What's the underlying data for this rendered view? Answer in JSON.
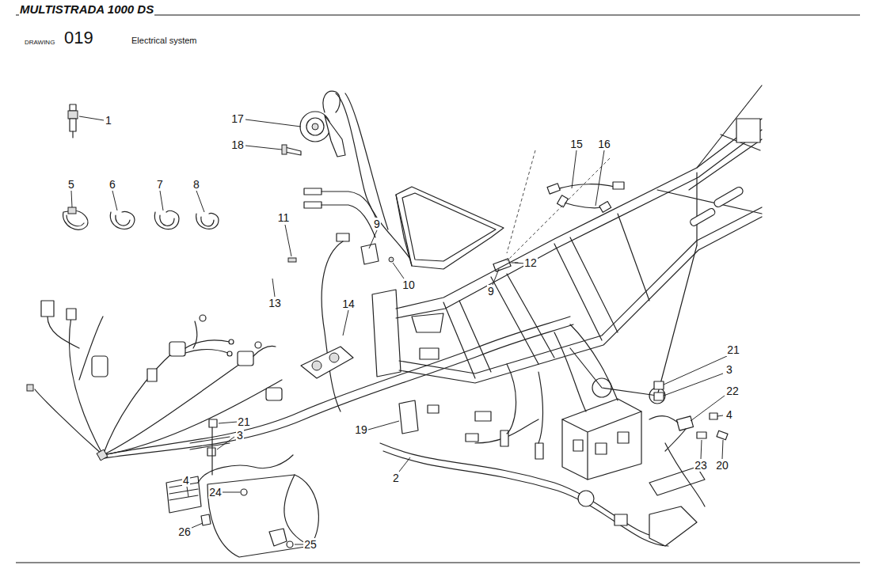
{
  "diagram": {
    "title": "MULTISTRADA 1000 DS",
    "labels": [
      "DRAWING",
      "019",
      "Electrical system",
      "1",
      "17",
      "18",
      "5",
      "6",
      "7",
      "8",
      "11",
      "9",
      "10",
      "15",
      "16",
      "12",
      "9",
      "13",
      "14",
      "21",
      "3",
      "22",
      "4",
      "23",
      "20",
      "19",
      "2",
      "21",
      "3",
      "4",
      "24",
      "26",
      "25"
    ]
  }
}
